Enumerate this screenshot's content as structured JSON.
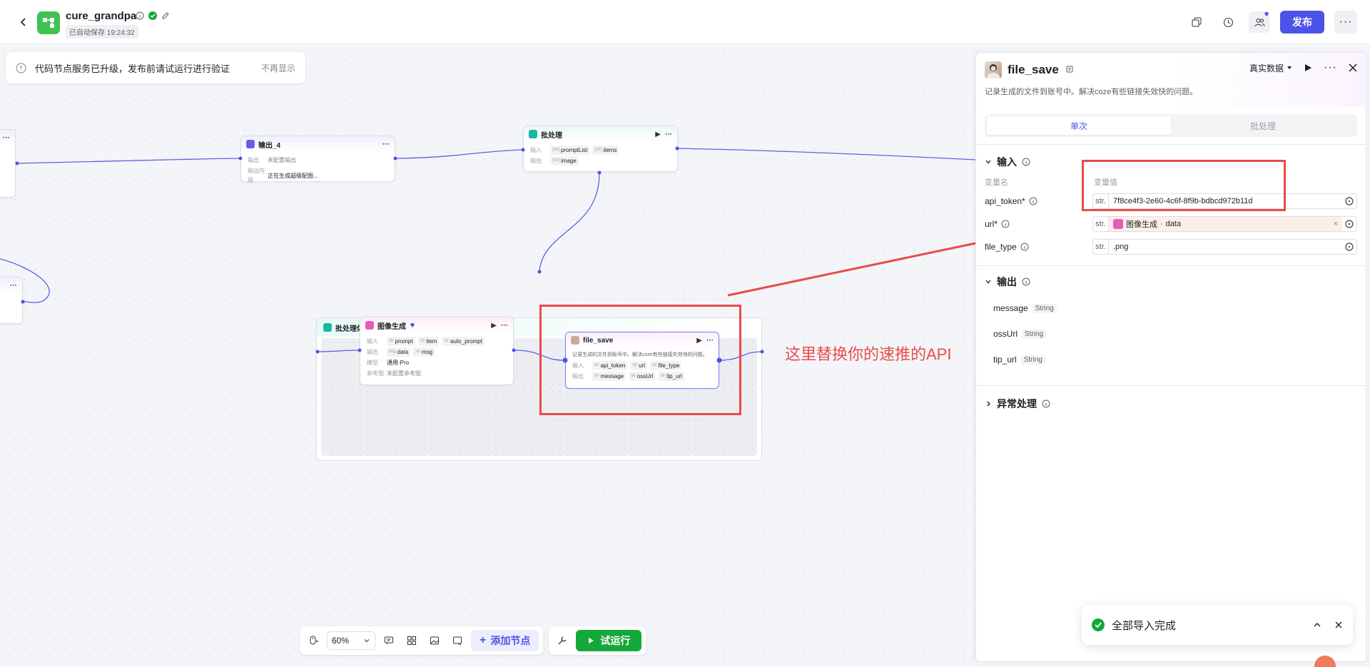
{
  "topbar": {
    "app_name": "cure_grandpa",
    "autosave": "已自动保存 19:24:32",
    "publish_label": "发布",
    "more_label": "···"
  },
  "banner": {
    "text": "代码节点服务已升级，发布前请试运行进行验证",
    "dismiss": "不再显示"
  },
  "nodes": {
    "output4": {
      "title": "输出_4",
      "row1_label": "输出",
      "row1_value": "未配置输出",
      "row2_label": "输出内容",
      "row2_value": "正在生成超级配图..."
    },
    "batch": {
      "title": "批处理",
      "in_label": "输入",
      "in_items": [
        "promptList",
        "items"
      ],
      "out_label": "输出",
      "out_items": [
        "image"
      ]
    },
    "batch_body": {
      "title": "批处理体"
    },
    "image_gen": {
      "title": "图像生成",
      "in_label": "输入",
      "in_items": [
        "prompt",
        "item",
        "auto_prompt"
      ],
      "out_label": "输出",
      "out_items": [
        "data",
        "msg"
      ],
      "model_label": "模型",
      "model_value": "通用-Pro",
      "ref_label": "参考图",
      "ref_value": "未配置参考图"
    },
    "file_save": {
      "title": "file_save",
      "desc": "记录生成的文件到账号中。解决coze有些链接失效快的问题。",
      "in_label": "输入",
      "in_items": [
        "api_token",
        "url",
        "file_type"
      ],
      "out_label": "输出",
      "out_items": [
        "message",
        "ossUrl",
        "tip_url"
      ]
    }
  },
  "annotation": {
    "text": "这里替换你的速推的API"
  },
  "bottombar": {
    "zoom": "60%",
    "add_node": "添加节点",
    "test_run": "试运行"
  },
  "panel": {
    "title": "file_save",
    "desc": "记录生成的文件到账号中。解决coze有些链接失效快的问题。",
    "real_data": "真实数据",
    "tabs": [
      "单次",
      "批处理"
    ],
    "input_title": "输入",
    "col_name": "变量名",
    "col_value": "变量值",
    "params": [
      {
        "name": "api_token",
        "required": "*",
        "type": "str.",
        "value": "7f8ce4f3-2e60-4c6f-8f9b-bdbcd972b11d"
      },
      {
        "name": "url",
        "required": "*",
        "type": "str.",
        "ref_node": "图像生成",
        "ref_sep": "-",
        "ref_field": "data"
      },
      {
        "name": "file_type",
        "required": "",
        "type": "str.",
        "value": ".png"
      }
    ],
    "output_title": "输出",
    "outputs": [
      {
        "name": "message",
        "type": "String"
      },
      {
        "name": "ossUrl",
        "type": "String"
      },
      {
        "name": "tip_url",
        "type": "String"
      }
    ],
    "error_title": "异常处理"
  },
  "toast": {
    "text": "全部导入完成"
  },
  "colors": {
    "accent": "#4d53e8",
    "success": "#14a83b",
    "annotation": "#e94b4b",
    "logo": "#3ec253"
  }
}
